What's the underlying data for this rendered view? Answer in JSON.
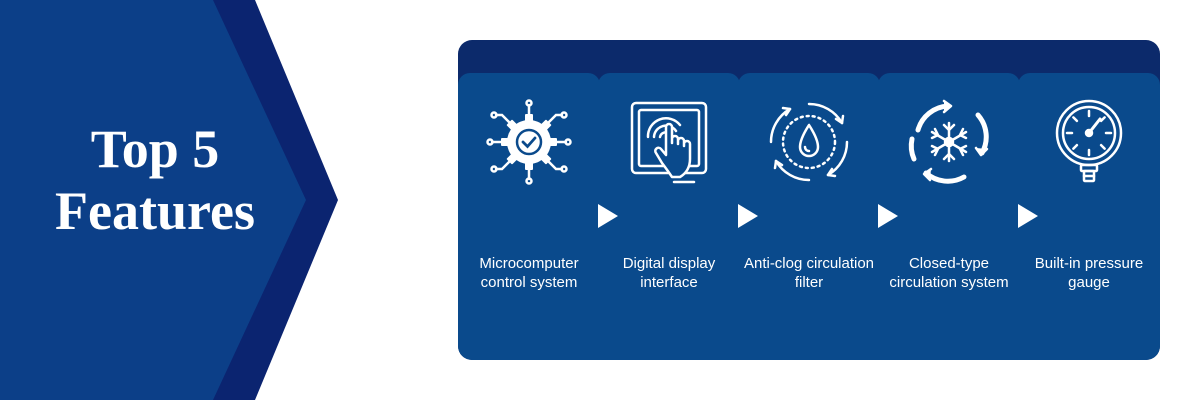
{
  "hero": {
    "title_line1": "Top 5",
    "title_line2": "Features"
  },
  "features": [
    {
      "label": "Microcomputer control system",
      "icon": "gear-check-circuit-icon"
    },
    {
      "label": "Digital display interface",
      "icon": "touchscreen-hand-icon"
    },
    {
      "label": "Anti-clog circulation filter",
      "icon": "water-drop-cycle-icon"
    },
    {
      "label": "Closed-type circulation system",
      "icon": "snowflake-cycle-icon"
    },
    {
      "label": "Built-in pressure gauge",
      "icon": "pressure-gauge-icon"
    }
  ],
  "colors": {
    "hero_dark": "#0b2470",
    "hero_mid": "#0c3f88",
    "panel_dark": "#0c2a6b",
    "card": "#0a4a8c",
    "icon_fill": "#ffffff"
  }
}
